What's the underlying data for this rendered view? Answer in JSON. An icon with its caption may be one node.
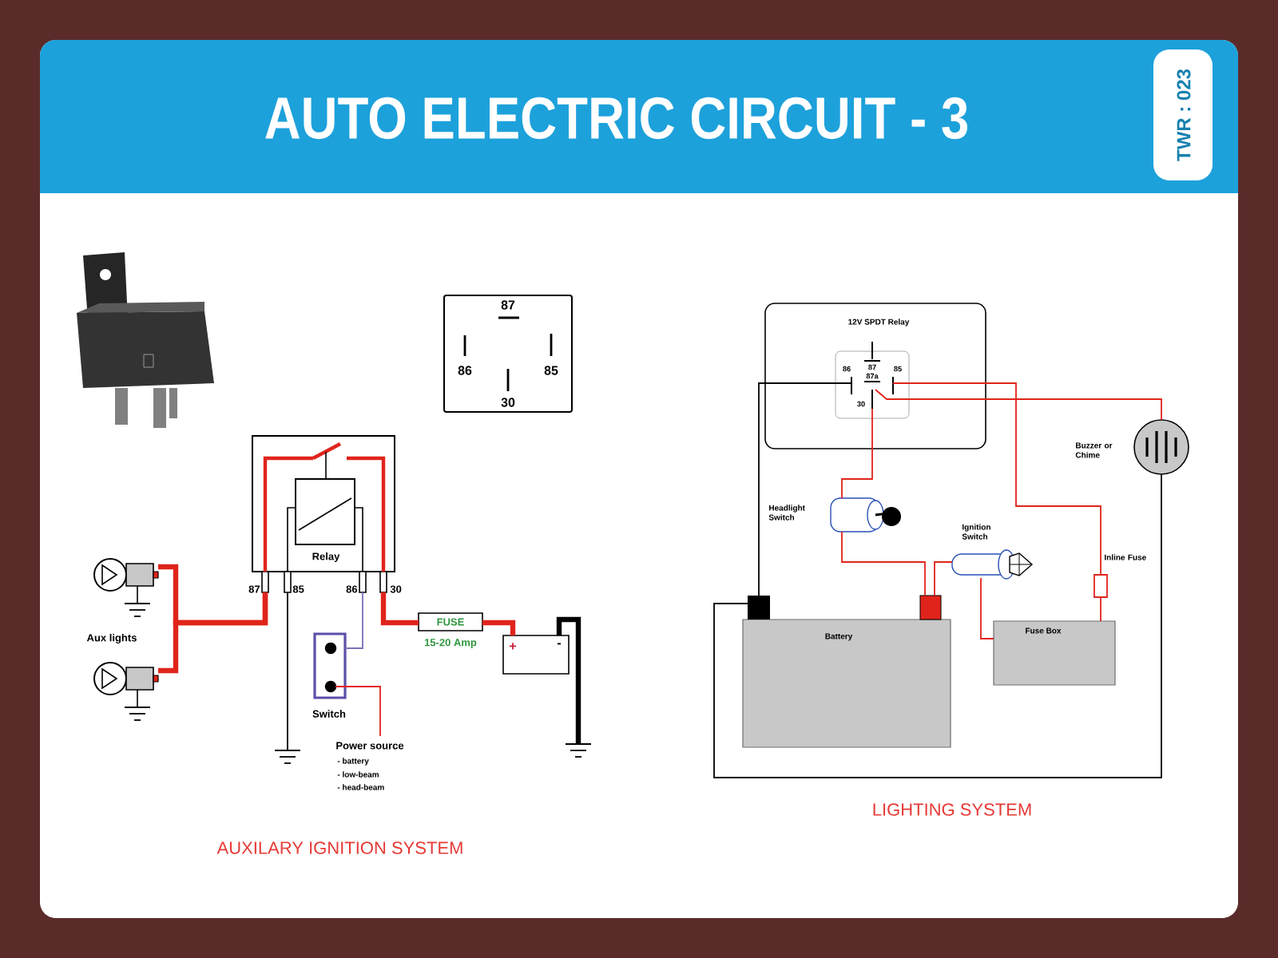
{
  "diagram": {
    "title": "AUTO ELECTRIC CIRCUIT - 3",
    "nodes": [
      {
        "text": [
          "87",
          "86",
          "85",
          "30"
        ]
      },
      {
        "text": [
          "Relay"
        ],
        "beside": [
          "87",
          "85",
          "86",
          "30"
        ]
      },
      {
        "text": [],
        "shape": "circle"
      },
      {
        "text": [],
        "shape": "circle"
      },
      {
        "text": [
          "Switch"
        ]
      },
      {
        "text": [
          "FUSE"
        ],
        "beside": [
          "15-20 Amp"
        ]
      },
      {
        "text": [
          "+",
          "-"
        ]
      },
      {
        "text": [],
        "shape": "ground"
      },
      {
        "text": [],
        "shape": "ground"
      },
      {
        "text": [
          "Power source",
          "- battery",
          "- low-beam",
          "- head-beam"
        ]
      },
      {
        "text": [
          "12V SPDT Relay"
        ]
      },
      {
        "text": [
          "87",
          "87a",
          "86",
          "85",
          "30"
        ],
        "in": 10
      },
      {
        "text": [],
        "shape": "cylinder",
        "beside": [
          "Headlight Switch"
        ]
      },
      {
        "text": [],
        "shape": "cylinder",
        "beside": [
          "Ignition Switch"
        ]
      },
      {
        "text": [],
        "shape": "circle",
        "beside": [
          "Buzzer or Chime"
        ]
      },
      {
        "text": [],
        "shape": "box",
        "beside": [
          "Inline Fuse"
        ]
      },
      {
        "text": [
          "Battery"
        ]
      },
      {
        "text": [
          "Fuse Box"
        ]
      }
    ],
    "edges": [
      {
        "from": 1,
        "to": 2,
        "arrow": "none",
        "style": "thick"
      },
      {
        "from": 1,
        "to": 3,
        "arrow": "none",
        "style": "thick"
      },
      {
        "from": 1,
        "to": 7,
        "arrow": "none",
        "color": "#000000"
      },
      {
        "from": 1,
        "to": 4,
        "arrow": "none",
        "color": "#7b70b8"
      },
      {
        "from": 4,
        "to": 9,
        "arrow": "none"
      },
      {
        "from": 1,
        "to": 5,
        "arrow": "none",
        "style": "thick"
      },
      {
        "from": 5,
        "to": 6,
        "arrow": "none",
        "style": "thick"
      },
      {
        "from": 6,
        "to": 8,
        "arrow": "none",
        "style": "thick",
        "color": "#000000"
      },
      {
        "from": 11,
        "to": 16,
        "arrow": "none",
        "color": "#000000"
      },
      {
        "from": 11,
        "to": 12,
        "arrow": "none"
      },
      {
        "from": 12,
        "to": 16,
        "arrow": "none"
      },
      {
        "from": 16,
        "to": 13,
        "arrow": "none"
      },
      {
        "from": 13,
        "to": 17,
        "arrow": "none"
      },
      {
        "from": 17,
        "to": 15,
        "arrow": "none"
      },
      {
        "from": 15,
        "to": 11,
        "arrow": "none"
      },
      {
        "from": 11,
        "to": 14,
        "arrow": "none"
      },
      {
        "from": 14,
        "to": 16,
        "arrow": "none",
        "color": "#000000"
      }
    ],
    "labels": [
      "TWR : 023",
      "Aux lights",
      "AUXILARY IGNITION SYSTEM",
      "LIGHTING SYSTEM"
    ]
  }
}
